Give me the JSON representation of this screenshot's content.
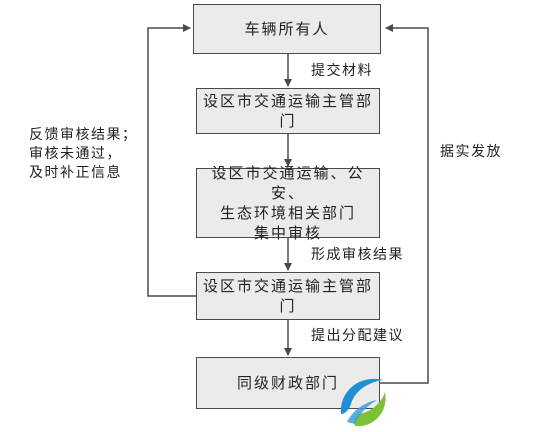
{
  "boxes": {
    "owner": "车辆所有人",
    "transport_dept_1": "设区市交通运输主管部门",
    "joint_review": [
      "设区市交通运输、公安、",
      "生态环境相关部门",
      "集中审核"
    ],
    "transport_dept_2": "设区市交通运输主管部门",
    "finance_dept": "同级财政部门"
  },
  "edge_labels": {
    "submit_materials": "提交材料",
    "form_results": "形成审核结果",
    "propose_allocation": "提出分配建议",
    "verified_payment": "据实发放",
    "feedback": [
      "反馈审核结果；",
      "审核未通过，",
      "及时补正信息"
    ]
  },
  "colors": {
    "box_fill": "#ebebeb",
    "box_border": "#4a4a4a",
    "line": "#4a4a4a",
    "logo_blue": "#1f8fd6",
    "logo_green": "#7cc13a"
  },
  "icons": {
    "watermark": "leaf-swirl-logo-icon"
  }
}
